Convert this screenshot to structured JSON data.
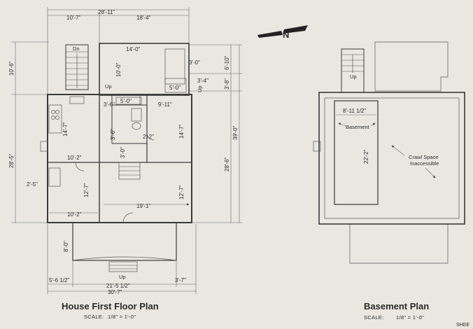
{
  "first_floor": {
    "title": "House First Floor Plan",
    "scale_label": "SCALE:",
    "scale_value": "1/8\" = 1'-0\"",
    "dimensions": {
      "overall_top": "28'-11\"",
      "top_left": "10'-7\"",
      "top_right": "18'-4\"",
      "left_upper": "10'-6\"",
      "left_lower": "28'-5\"",
      "right_upper_a": "6'-10\"",
      "right_upper_b": "3'-8\"",
      "right_middle": "28'-6\"",
      "right_overall": "39'-0\"",
      "rear_room_width": "14'-0\"",
      "rear_room_depth": "10'-0\"",
      "rear_closet": "3'-0\"",
      "rear_closet_b": "3'-4\"",
      "small_a": "5'-0\"",
      "small_b": "3'-6\"",
      "bath_width": "5'-0\"",
      "bedroom_width": "9'-11\"",
      "kitchen_depth": "14'-7\"",
      "kitchen_width": "10'-2\"",
      "hall_a": "3'-6\"",
      "hall_b": "2'-2\"",
      "hall_c": "3'-0\"",
      "bedroom_depth": "14'-7\"",
      "left_room_depth": "12'-7\"",
      "left_room_width": "10'-2\"",
      "closet_depth": "2'-5\"",
      "living_width": "19'-1\"",
      "living_depth": "12'-7\"",
      "porch_depth": "8'-0\"",
      "porch_left": "5'-6 1/2\"",
      "porch_center": "21'-5 1/2\"",
      "porch_right": "3'-7\"",
      "porch_overall": "30'-7\""
    },
    "labels": {
      "down": "Dn",
      "up_rear": "Up",
      "up_side": "Up",
      "up_front": "Up"
    }
  },
  "basement": {
    "title": "Basement Plan",
    "scale_label": "SCALE:",
    "scale_value": "1/8\" = 1'-0\"",
    "labels": {
      "up": "Up",
      "basement": "Basement",
      "crawl_line1": "Crawl Space",
      "crawl_line2": "Inaccessible"
    },
    "dimensions": {
      "width": "8'-11 1/2\"",
      "depth": "22'-2\""
    }
  },
  "north_arrow": {
    "label": "N"
  },
  "sheet_label": "SHEE"
}
